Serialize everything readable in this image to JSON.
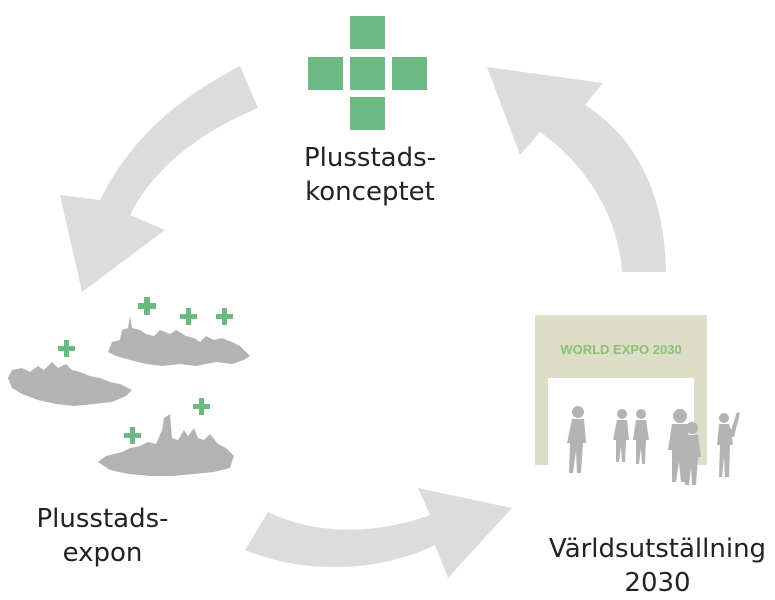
{
  "colors": {
    "arrow": "#dcdcdc",
    "plus": "#6db983",
    "silhouette": "#b3b3b3",
    "gate": "#ddddc8",
    "gate_text": "#8bbf73",
    "text": "#222222"
  },
  "nodes": {
    "plusstads_konceptet": {
      "icon": "plus-cross-icon",
      "line1": "Plusstads-",
      "line2": "konceptet"
    },
    "plusstads_expon": {
      "icon": "city-skylines-with-plus-icons",
      "line1": "Plusstads-",
      "line2": "expon"
    },
    "varldsutstallning": {
      "icon": "world-expo-gate-with-visitors",
      "gate_sign": "WORLD EXPO 2030",
      "line1": "Världsutställning",
      "line2": "2030"
    }
  },
  "cycle": {
    "arrows": [
      "top-to-left",
      "left-to-right",
      "right-to-top"
    ]
  }
}
